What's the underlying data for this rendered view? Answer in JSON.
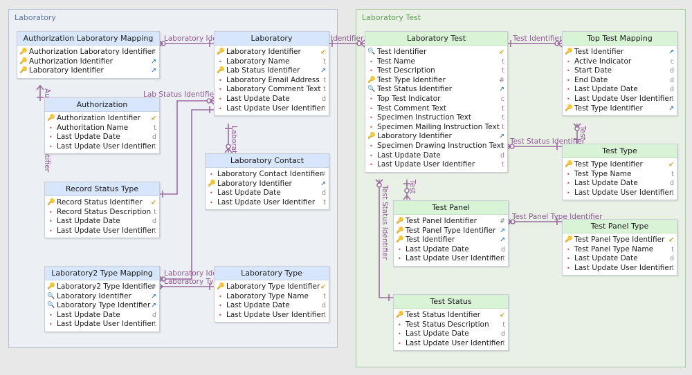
{
  "groups": {
    "laboratory": "Laboratory",
    "laboratory_test": "Laboratory Test"
  },
  "entities": {
    "auth_lab_mapping": {
      "title": "Authorization Laboratory Mapping",
      "rows": [
        {
          "icon": "key",
          "name": "Authorization Laboratory Identifier",
          "type": "#"
        },
        {
          "icon": "key",
          "name": "Authorization Identifier",
          "type": "↗"
        },
        {
          "icon": "key",
          "name": "Laboratory Identifier",
          "type": "↗"
        }
      ]
    },
    "authorization": {
      "title": "Authorization",
      "rows": [
        {
          "icon": "key",
          "name": "Authorization Identifier",
          "type": "↙"
        },
        {
          "icon": "dot",
          "name": "Authoritation Name",
          "type": "t"
        },
        {
          "icon": "dot",
          "name": "Last Update Date",
          "type": "d"
        },
        {
          "icon": "dot",
          "name": "Last Update User Identifier",
          "type": "t"
        }
      ]
    },
    "record_status_type": {
      "title": "Record Status Type",
      "rows": [
        {
          "icon": "key",
          "name": "Record Status Identifier",
          "type": "↙"
        },
        {
          "icon": "dot",
          "name": "Record Status Description",
          "type": "t"
        },
        {
          "icon": "dot",
          "name": "Last Update Date",
          "type": "d"
        },
        {
          "icon": "dot",
          "name": "Last Update User Identifier",
          "type": "t"
        }
      ]
    },
    "lab2_type_mapping": {
      "title": "Laboratory2 Type Mapping",
      "rows": [
        {
          "icon": "key",
          "name": "Laboratory2 Type Identifier",
          "type": "#"
        },
        {
          "icon": "search",
          "name": "Laboratory Identifier",
          "type": "↗"
        },
        {
          "icon": "search",
          "name": "Laboratory Type Identifier",
          "type": "↗"
        },
        {
          "icon": "dot",
          "name": "Last Update Date",
          "type": "d"
        },
        {
          "icon": "dot",
          "name": "Last Update User Identifier",
          "type": "t"
        }
      ]
    },
    "laboratory": {
      "title": "Laboratory",
      "rows": [
        {
          "icon": "key",
          "name": "Laboratory Identifier",
          "type": "↙"
        },
        {
          "icon": "dot",
          "name": "Laboratory Name",
          "type": "t"
        },
        {
          "icon": "key",
          "name": "Lab Status Identifier",
          "type": "↗"
        },
        {
          "icon": "dot",
          "name": "Laboratory Email Address",
          "type": "t"
        },
        {
          "icon": "dot",
          "name": "Laboratory Comment Text",
          "type": "t"
        },
        {
          "icon": "dot",
          "name": "Last Update Date",
          "type": "d"
        },
        {
          "icon": "dot",
          "name": "Last Update User Identifier",
          "type": "t"
        }
      ]
    },
    "laboratory_contact": {
      "title": "Laboratory Contact",
      "rows": [
        {
          "icon": "dot",
          "name": "Laboratory Contact Identifier",
          "type": "#"
        },
        {
          "icon": "key",
          "name": "Laboratory Identifier",
          "type": "↗"
        },
        {
          "icon": "dot",
          "name": "Last Update Date",
          "type": "d"
        },
        {
          "icon": "dot",
          "name": "Last Update User Identifier",
          "type": "t"
        }
      ]
    },
    "laboratory_type": {
      "title": "Laboratory Type",
      "rows": [
        {
          "icon": "key",
          "name": "Laboratory Type Identifier",
          "type": "↙"
        },
        {
          "icon": "dot",
          "name": "Laboratory Type Name",
          "type": "t"
        },
        {
          "icon": "dot",
          "name": "Last Update Date",
          "type": "d"
        },
        {
          "icon": "dot",
          "name": "Last Update User Identifier",
          "type": "t"
        }
      ]
    },
    "laboratory_test": {
      "title": "Laboratory Test",
      "rows": [
        {
          "icon": "search",
          "name": "Test Identifier",
          "type": "↙"
        },
        {
          "icon": "dot",
          "name": "Test Name",
          "type": "t"
        },
        {
          "icon": "dot",
          "name": "Test Description",
          "type": "t"
        },
        {
          "icon": "key",
          "name": "Test Type Identifier",
          "type": "#"
        },
        {
          "icon": "search",
          "name": "Test Status Identifier",
          "type": "↗"
        },
        {
          "icon": "dot",
          "name": "Top Test Indicator",
          "type": "c"
        },
        {
          "icon": "dot",
          "name": "Test Comment Text",
          "type": "t"
        },
        {
          "icon": "dot",
          "name": "Specimen Instruction Text",
          "type": "t"
        },
        {
          "icon": "dot",
          "name": "Specimen Mailing Instruction Text",
          "type": "t"
        },
        {
          "icon": "key",
          "name": "Laboratory Identifier",
          "type": "↗"
        },
        {
          "icon": "dot",
          "name": "Specimen Drawing Instruction Text",
          "type": "t"
        },
        {
          "icon": "dot",
          "name": "Last Update Date",
          "type": "d"
        },
        {
          "icon": "dot",
          "name": "Last Update User Identifier",
          "type": "t"
        }
      ]
    },
    "top_test_mapping": {
      "title": "Top Test Mapping",
      "rows": [
        {
          "icon": "key",
          "name": "Test Identifier",
          "type": "↗"
        },
        {
          "icon": "dot",
          "name": "Active Indicator",
          "type": "c"
        },
        {
          "icon": "dot",
          "name": "Start Date",
          "type": "d"
        },
        {
          "icon": "dot",
          "name": "End Date",
          "type": "d"
        },
        {
          "icon": "dot",
          "name": "Last Update Date",
          "type": "d"
        },
        {
          "icon": "dot",
          "name": "Last Update User Identifier",
          "type": "t"
        },
        {
          "icon": "key",
          "name": "Test Type Identifier",
          "type": "↗"
        }
      ]
    },
    "test_type": {
      "title": "Test Type",
      "rows": [
        {
          "icon": "key",
          "name": "Test Type Identifier",
          "type": "↙"
        },
        {
          "icon": "dot",
          "name": "Test Type Name",
          "type": "t"
        },
        {
          "icon": "dot",
          "name": "Last Update Date",
          "type": "d"
        },
        {
          "icon": "dot",
          "name": "Last Update User Identifier",
          "type": "t"
        }
      ]
    },
    "test_panel": {
      "title": "Test Panel",
      "rows": [
        {
          "icon": "key",
          "name": "Test Panel Identifier",
          "type": "#"
        },
        {
          "icon": "key",
          "name": "Test Panel Type Identifier",
          "type": "↗"
        },
        {
          "icon": "key",
          "name": "Test Identifier",
          "type": "↗"
        },
        {
          "icon": "dot",
          "name": "Last Update Date",
          "type": "d"
        },
        {
          "icon": "dot",
          "name": "Last Update User Identifier",
          "type": "t"
        }
      ]
    },
    "test_panel_type": {
      "title": "Test Panel Type",
      "rows": [
        {
          "icon": "key",
          "name": "Test Panel Type Identifier",
          "type": "↙"
        },
        {
          "icon": "dot",
          "name": "Test Panel Type Name",
          "type": "t"
        },
        {
          "icon": "dot",
          "name": "Last Update Date",
          "type": "d"
        },
        {
          "icon": "dot",
          "name": "Last Update User Identifier",
          "type": "t"
        }
      ]
    },
    "test_status": {
      "title": "Test Status",
      "rows": [
        {
          "icon": "key",
          "name": "Test Status Identifier",
          "type": "↙"
        },
        {
          "icon": "dot",
          "name": "Test Status Description",
          "type": "t"
        },
        {
          "icon": "dot",
          "name": "Last Update Date",
          "type": "d"
        },
        {
          "icon": "dot",
          "name": "Last Update User Identifier",
          "type": "t"
        }
      ]
    }
  },
  "relations": {
    "r1": "Laboratory Ide",
    "r2": "Identifier",
    "r3": "Lab Status Identifier",
    "r4": "Authorization Identifier",
    "r5": "Laborat",
    "r6": "Laboratory Ider",
    "r7": "Laboratory Typ",
    "r8": "Test Identifier",
    "r9": "Test Status Identifier",
    "r10": "Test Panel Type Identifier",
    "r11": "Test Status Identifier",
    "r12": "Test",
    "r13": "Test"
  },
  "colors": {
    "line": "#9b6aa0",
    "header_blue": "#d7e6fa",
    "header_green": "#d8f3d5"
  }
}
